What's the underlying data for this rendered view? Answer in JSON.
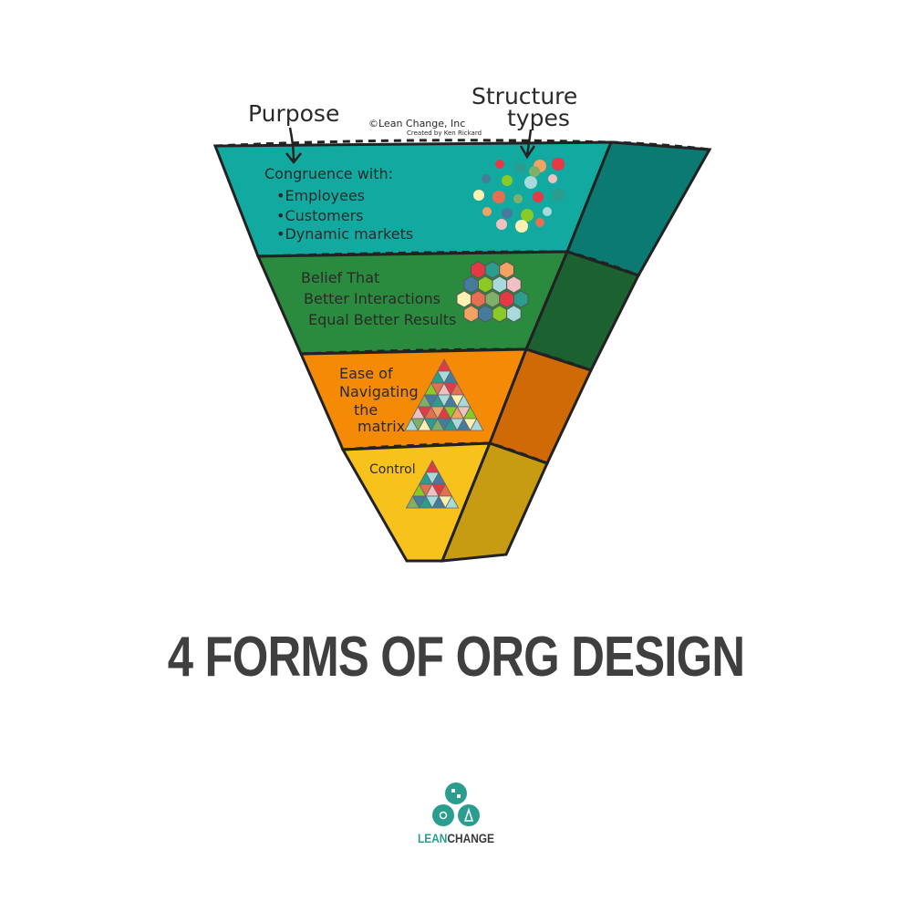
{
  "labels": {
    "purpose": "Purpose",
    "structure_line1": "Structure",
    "structure_line2": "types",
    "copyright": "©Lean Change, Inc",
    "created_by": "Created by Ken Rickard"
  },
  "layers": [
    {
      "lines": [
        "Congruence with:",
        "•Employees",
        "•Customers",
        "•Dynamic markets"
      ],
      "color": "#12aaa0",
      "side_color": "#0a7a72"
    },
    {
      "lines": [
        "Belief That",
        "Better Interactions",
        "Equal Better Results"
      ],
      "color": "#2a8a3e",
      "side_color": "#1c6230"
    },
    {
      "lines": [
        "Ease of",
        "Navigating",
        "the",
        "matrix"
      ],
      "color": "#f58a07",
      "side_color": "#d06a07"
    },
    {
      "lines": [
        "Control"
      ],
      "color": "#f8c21c",
      "side_color": "#c89c12"
    }
  ],
  "headline": "4 FORMS OF ORG DESIGN",
  "logo": {
    "word_lean": "LEAN",
    "word_change": "CHANGE",
    "color": "#2a9d8f"
  }
}
